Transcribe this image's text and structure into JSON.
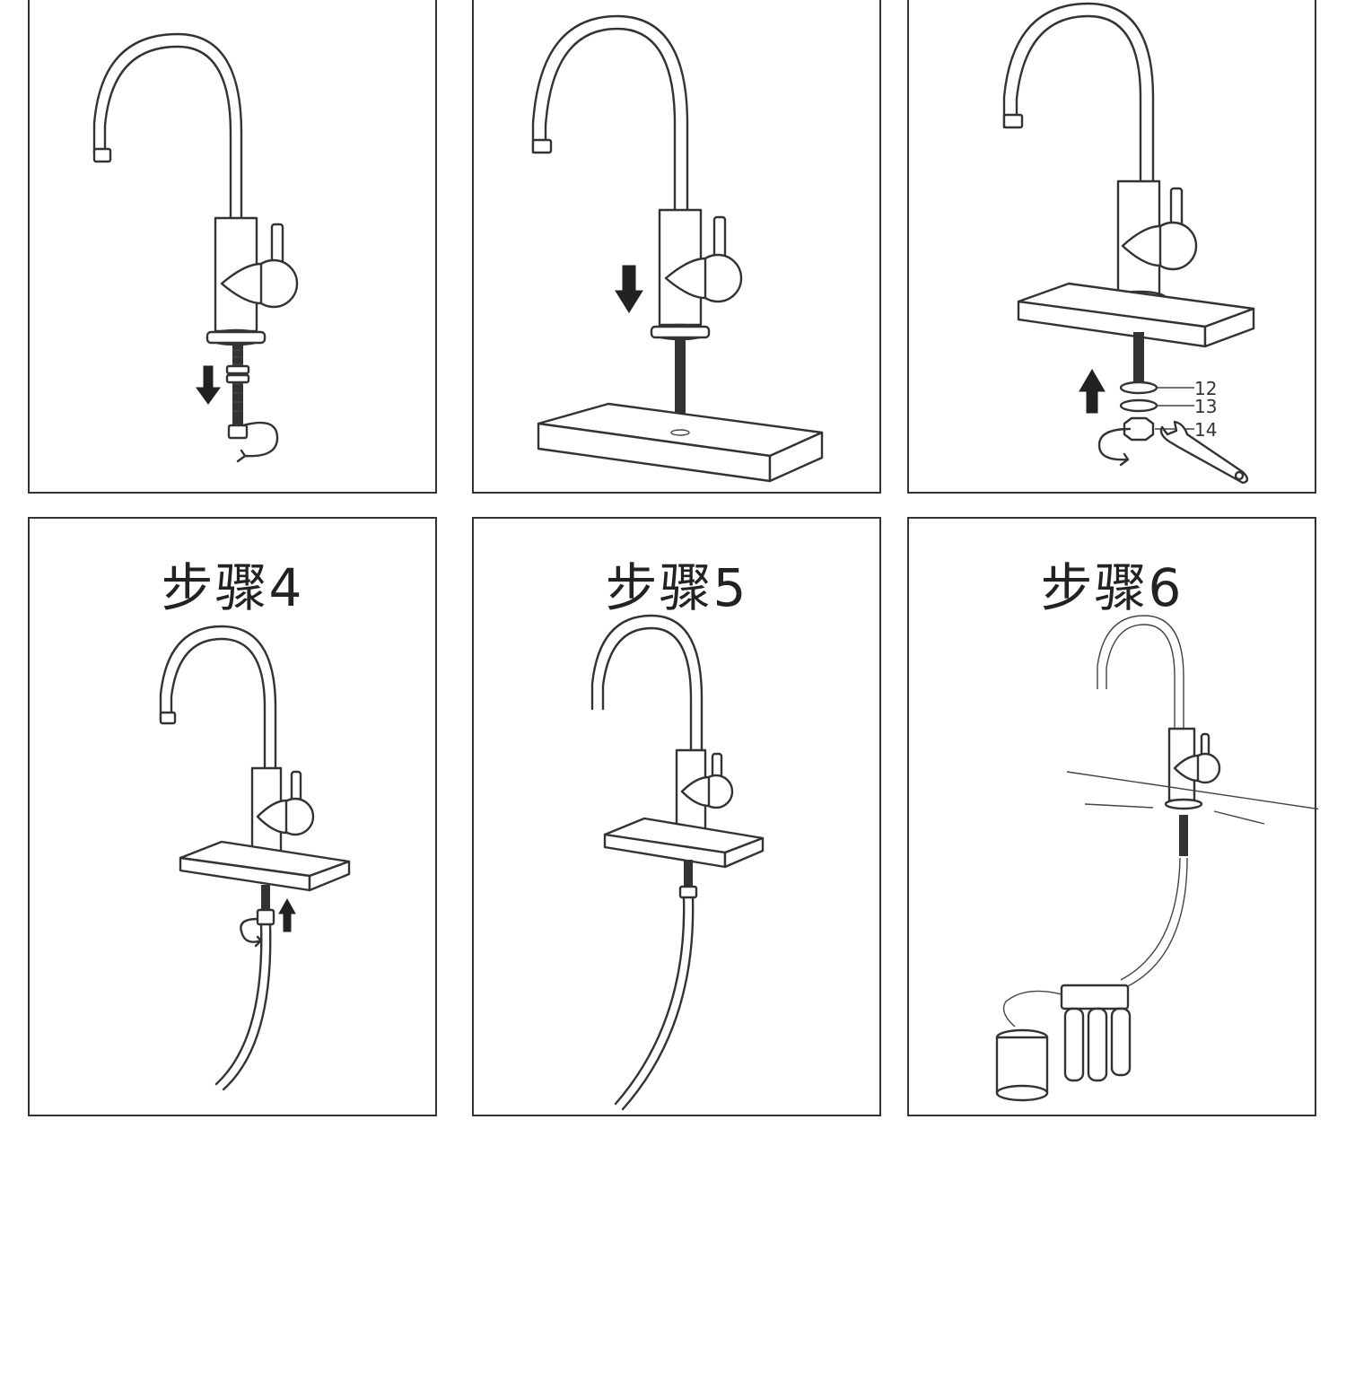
{
  "panels": [
    {
      "id": "p1",
      "title": ""
    },
    {
      "id": "p2",
      "title": ""
    },
    {
      "id": "p3",
      "title": "",
      "labels": [
        "12",
        "13",
        "14"
      ]
    },
    {
      "id": "p4",
      "title": "步骤4"
    },
    {
      "id": "p5",
      "title": "步骤5"
    },
    {
      "id": "p6",
      "title": "步骤6"
    }
  ]
}
